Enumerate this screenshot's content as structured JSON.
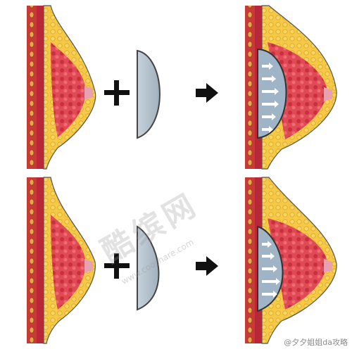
{
  "rows": [
    {
      "implant_shape": "round"
    },
    {
      "implant_shape": "teardrop"
    }
  ],
  "watermark": {
    "logo_text": "酷缤网",
    "url_text": "www.cooshare.com"
  },
  "credit": {
    "text": "@夕夕姐姐da攻略"
  },
  "colors": {
    "skin_yellow": "#f2c23a",
    "gland_red": "#d8384a",
    "muscle": "#b8283a",
    "rib": "#e0a030",
    "implant": "#b9c6d0",
    "implant_fill": "#8fa7ba",
    "outline": "#555555"
  }
}
